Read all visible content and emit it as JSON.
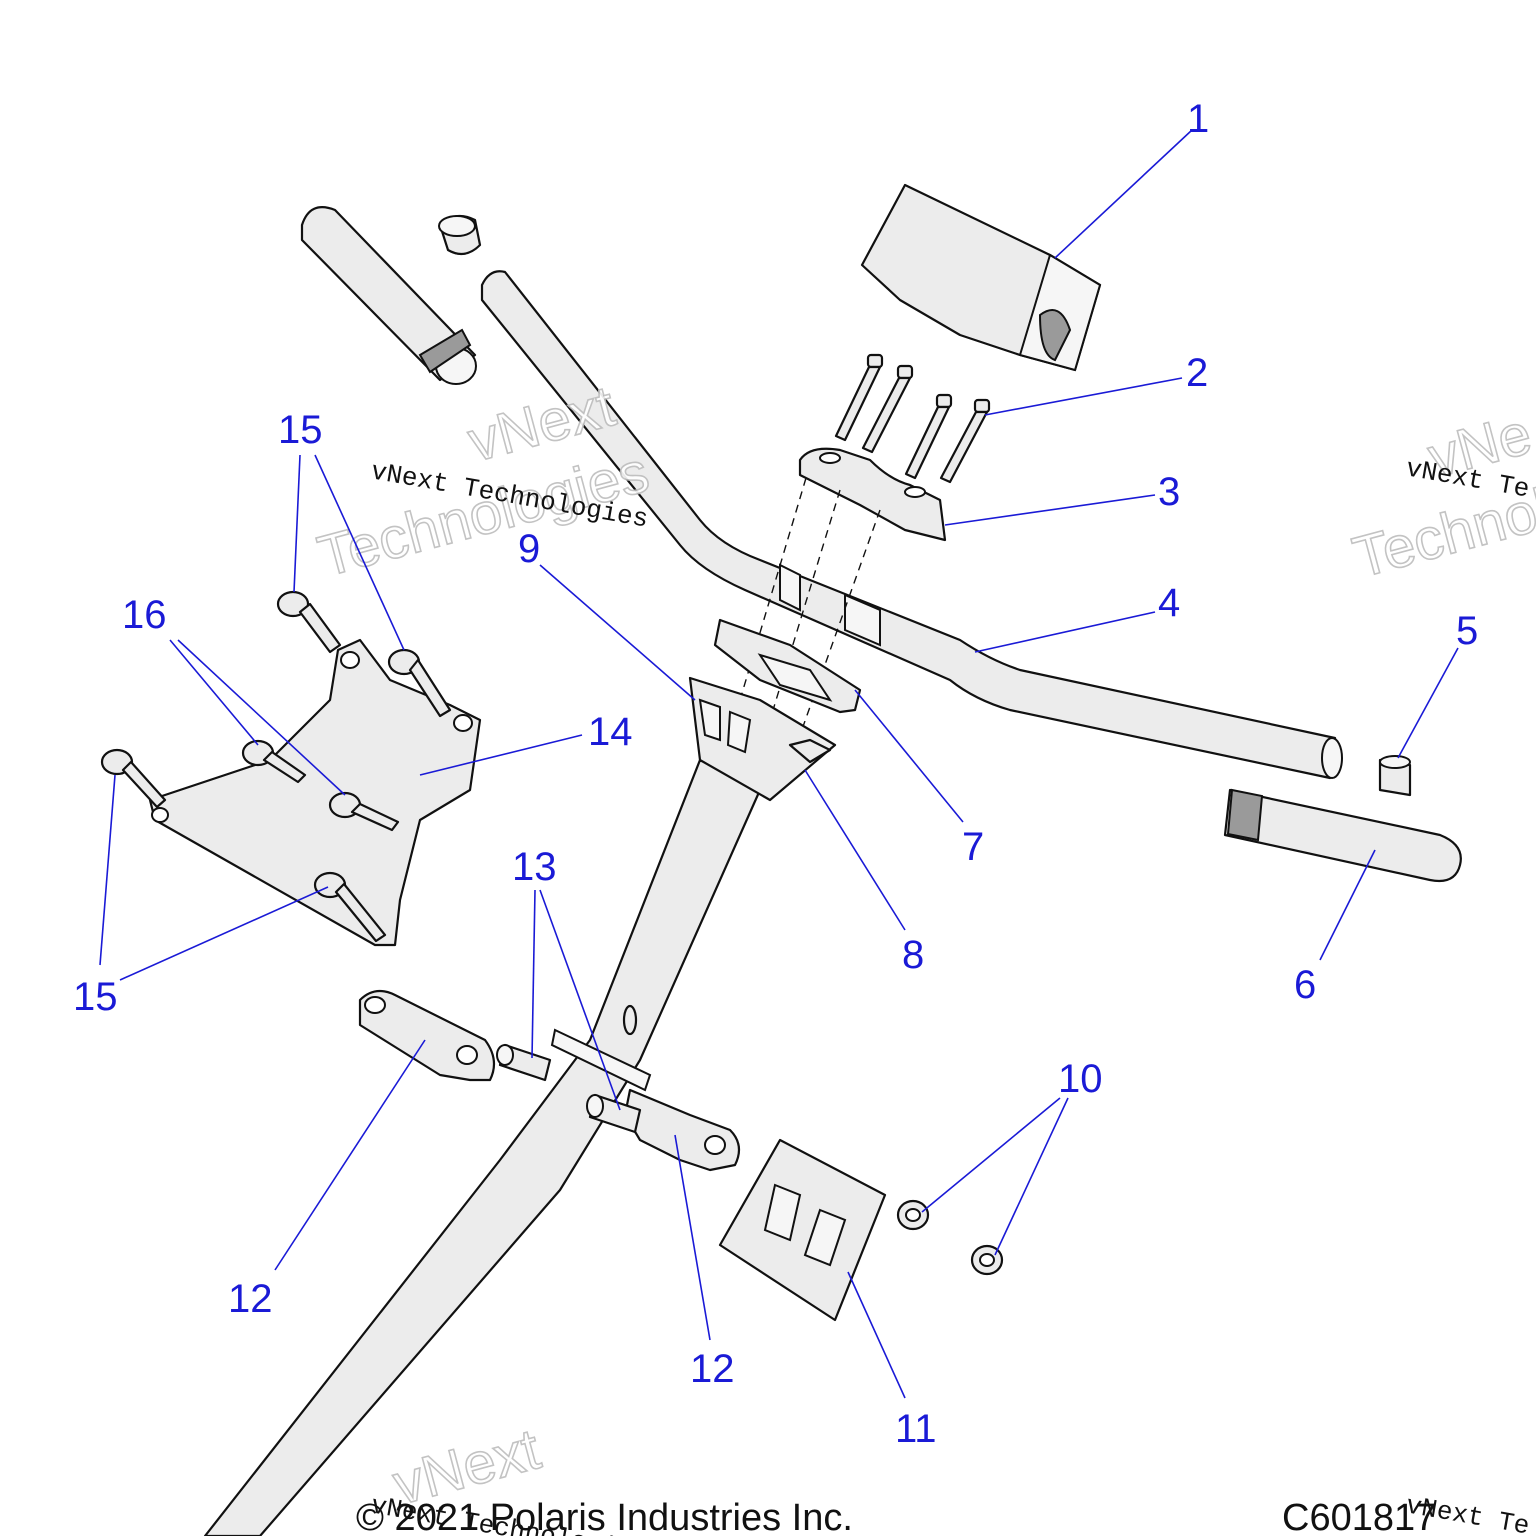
{
  "callouts": [
    "1",
    "2",
    "3",
    "4",
    "5",
    "6",
    "7",
    "8",
    "9",
    "10",
    "11",
    "12",
    "12",
    "13",
    "14",
    "15",
    "15",
    "16"
  ],
  "watermark": {
    "brand": "vNext",
    "word": "Technologies",
    "full": "vNext Technologies",
    "partial_right": "vNext Te",
    "partial_bottom": "vNext Technologies",
    "big_right_top": "vNe",
    "big_right_bottom": "Technolo"
  },
  "footer": {
    "copyright": "© 2021 Polaris Industries Inc.",
    "code": "C601817"
  }
}
